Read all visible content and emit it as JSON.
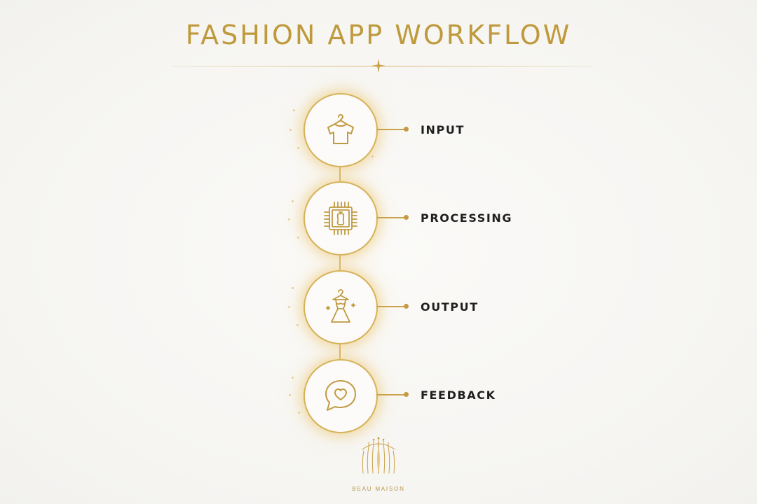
{
  "title": "FASHION APP WORKFLOW",
  "colors": {
    "gold": "#c9a24a",
    "text": "#1e1e1e",
    "background": "#f7f6f4"
  },
  "steps": [
    {
      "label": "INPUT",
      "icon": "t-shirt-on-hanger-icon"
    },
    {
      "label": "PROCESSING",
      "icon": "chip-mannequin-icon"
    },
    {
      "label": "OUTPUT",
      "icon": "dress-on-hanger-icon"
    },
    {
      "label": "FEEDBACK",
      "icon": "heart-speech-bubble-icon"
    }
  ],
  "brand": {
    "name": "BEAU MAISON",
    "logo_icon": "garment-rack-logo-icon"
  }
}
